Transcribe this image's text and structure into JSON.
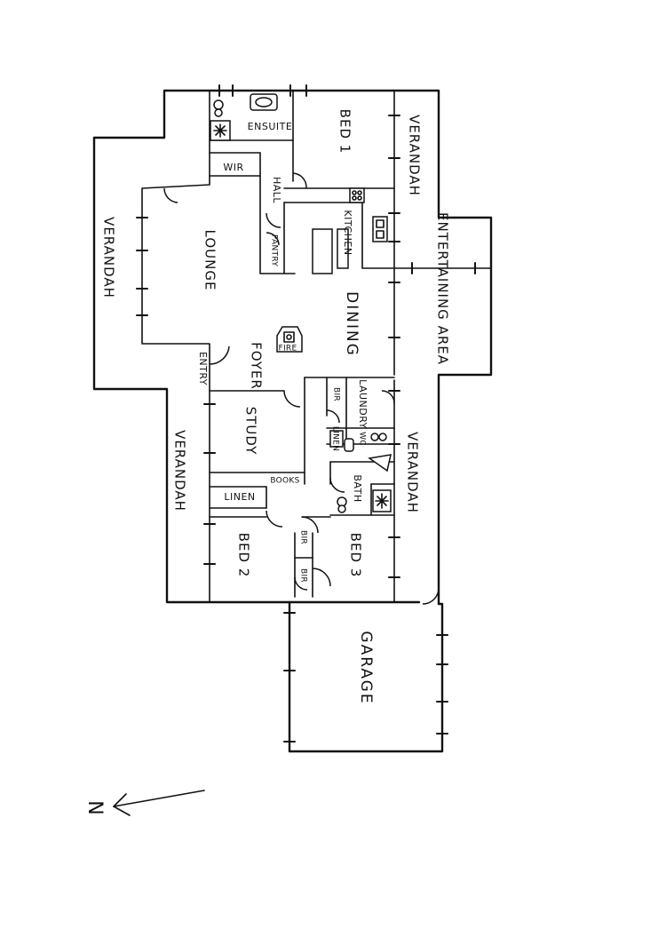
{
  "plan": {
    "rooms": {
      "ensuite": "ENSUITE",
      "bed1": "BED 1",
      "verandah_east": "VERANDAH",
      "wir": "WIR",
      "hall": "HALL",
      "kitchen": "KITCHEN",
      "pantry": "PANTRY",
      "lounge": "LOUNGE",
      "verandah_north": "VERANDAH",
      "entertaining": "ENTERTAINING AREA",
      "dining": "DINING",
      "fire": "FIRE",
      "entry": "ENTRY",
      "foyer": "FOYER",
      "bir_laundry": "BIR",
      "laundry": "LAUNDRY",
      "study": "STUDY",
      "verandah_west": "VERANDAH",
      "verandah_east2": "VERANDAH",
      "wc": "WC",
      "linen_small": "LINEN",
      "books": "BOOKS",
      "linen": "LINEN",
      "bath": "BATH",
      "bed2": "BED 2",
      "bir_a": "BIR",
      "bed3": "BED 3",
      "bir_b": "BIR",
      "garage": "GARAGE"
    },
    "compass": "N"
  }
}
